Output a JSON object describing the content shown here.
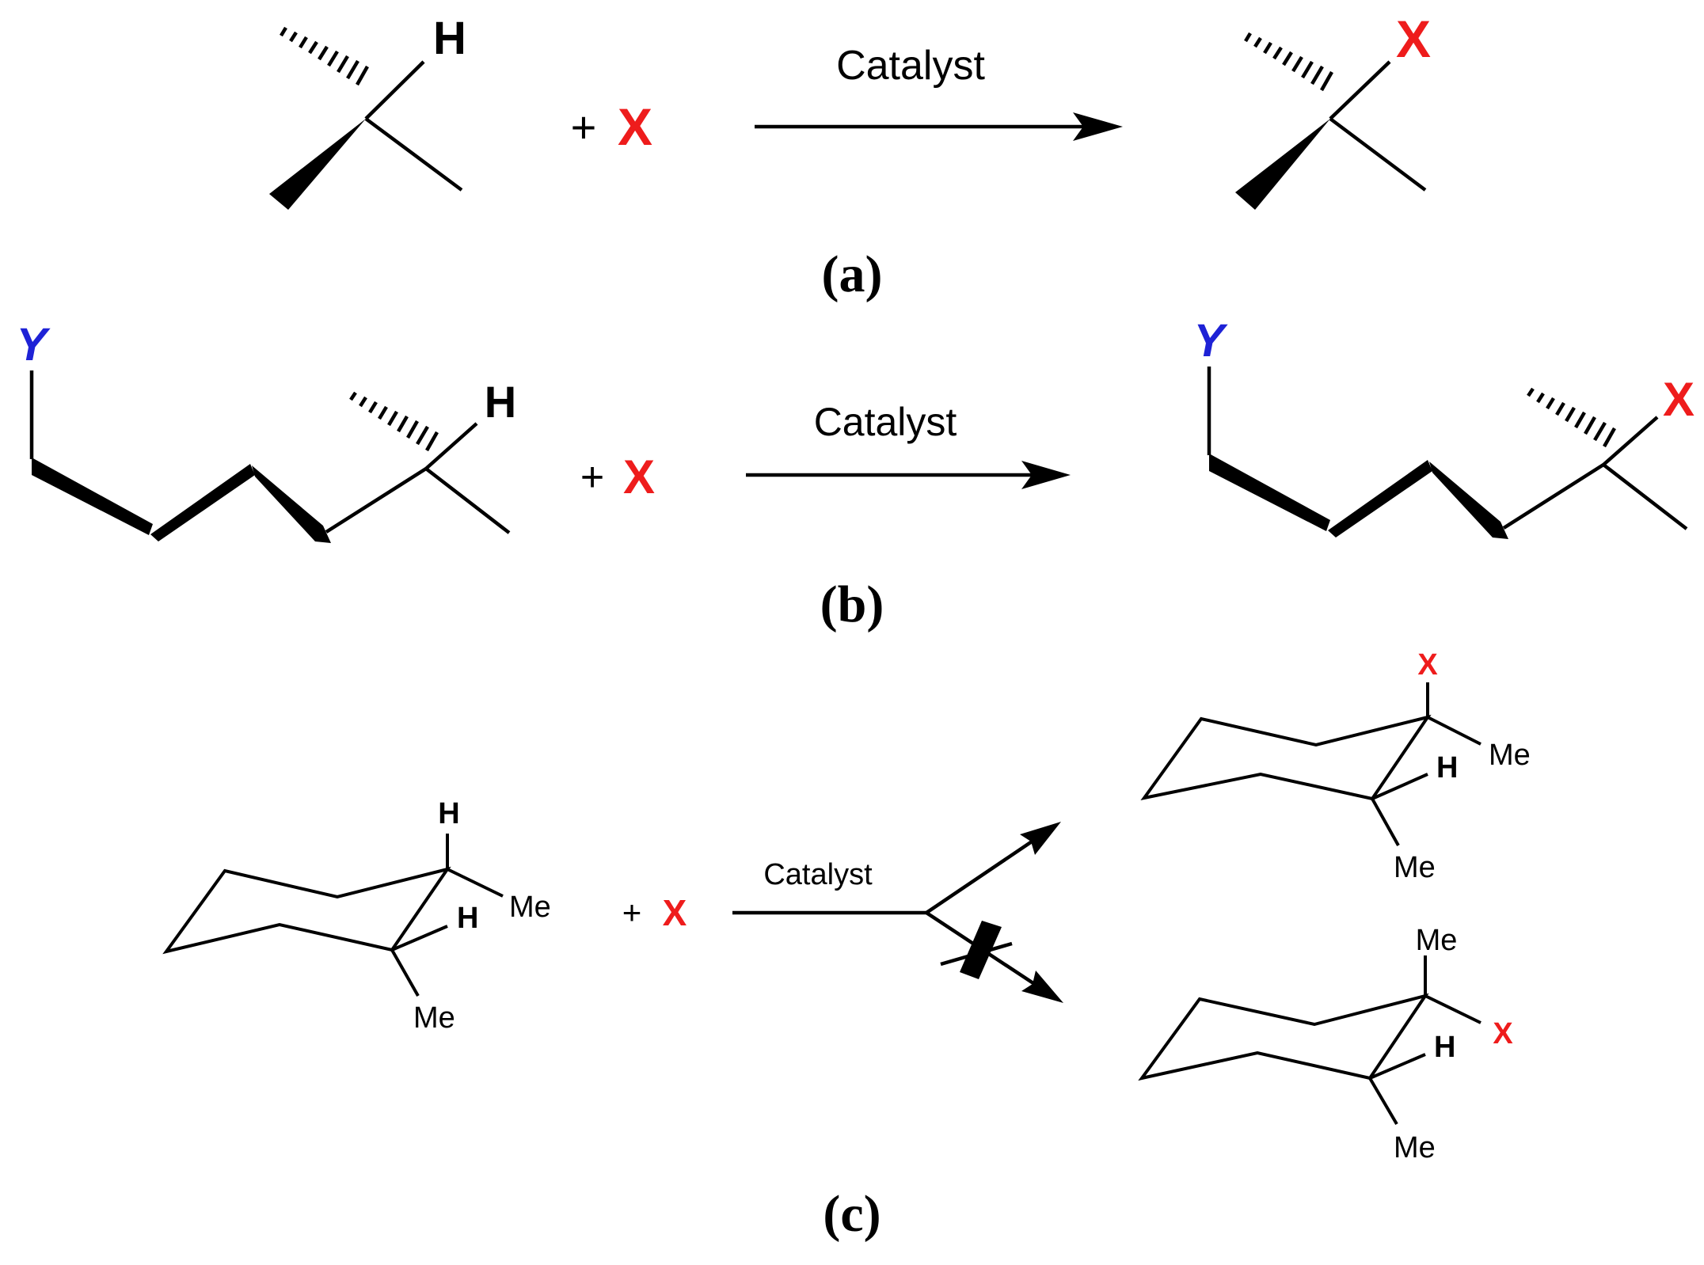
{
  "colors": {
    "ink": "#000000",
    "x_group": "#ee1c1c",
    "y_group": "#1e22d6"
  },
  "panel_a": {
    "reactant_h": "H",
    "plus": "+",
    "reagent": "X",
    "arrow_label": "Catalyst",
    "product_x": "X",
    "caption": "(a)"
  },
  "panel_b": {
    "reactant_y": "Y",
    "reactant_h": "H",
    "plus": "+",
    "reagent": "X",
    "arrow_label": "Catalyst",
    "product_y": "Y",
    "product_x": "X",
    "caption": "(b)"
  },
  "panel_c": {
    "reactant_h_top": "H",
    "reactant_h_mid": "H",
    "reactant_me_right": "Me",
    "reactant_me_bottom": "Me",
    "plus": "+",
    "reagent": "X",
    "arrow_label": "Catalyst",
    "product1_x": "X",
    "product1_me_right": "Me",
    "product1_h": "H",
    "product1_me_bottom": "Me",
    "product2_me_top": "Me",
    "product2_x": "X",
    "product2_h": "H",
    "product2_me_bottom": "Me",
    "caption": "(c)"
  }
}
